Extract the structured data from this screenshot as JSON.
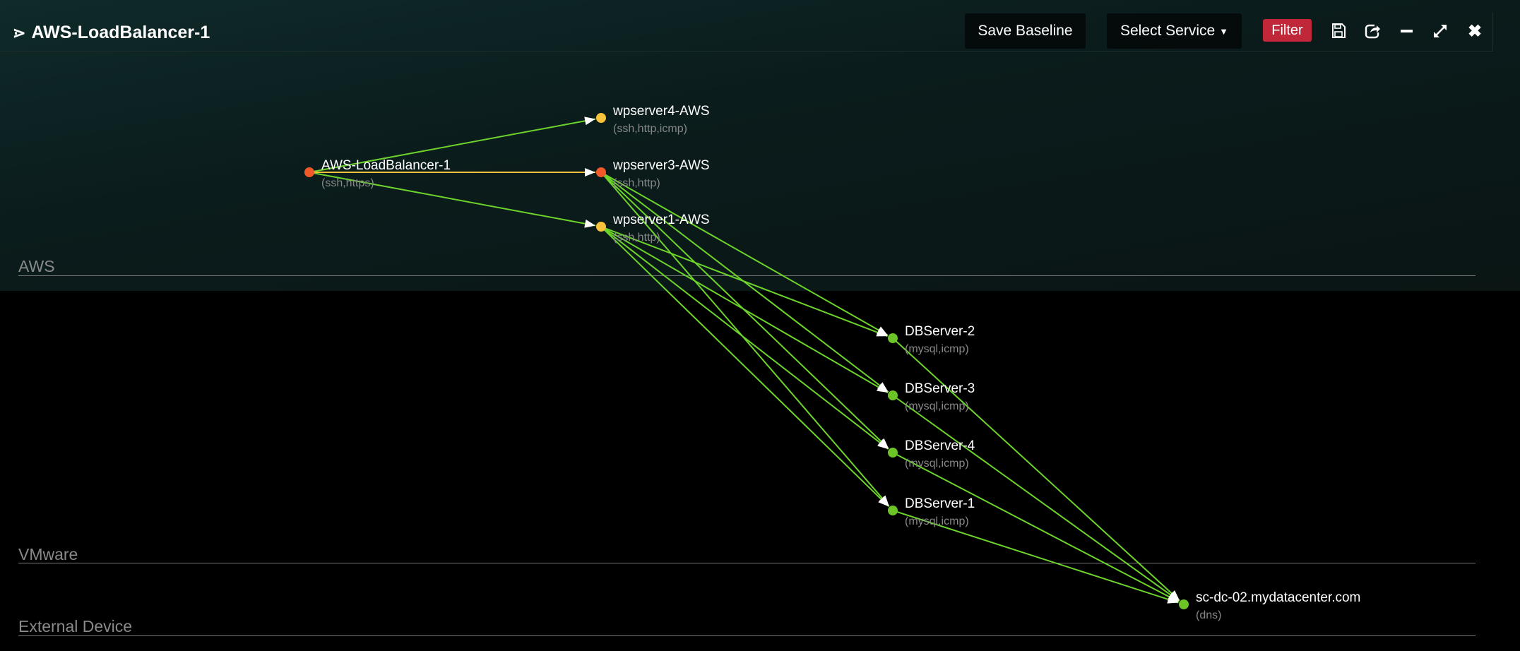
{
  "header": {
    "title": "AWS-LoadBalancer-1",
    "save_baseline": "Save Baseline",
    "select_service": "Select Service",
    "filter": "Filter"
  },
  "lanes": [
    "AWS",
    "VMware",
    "External Device"
  ],
  "nodes": [
    {
      "id": "lb",
      "name": "AWS-LoadBalancer-1",
      "services": "(ssh,https)",
      "color": "#f05a28"
    },
    {
      "id": "wp4",
      "name": "wpserver4-AWS",
      "services": "(ssh,http,icmp)",
      "color": "#f9c23c"
    },
    {
      "id": "wp3",
      "name": "wpserver3-AWS",
      "services": "(ssh,http)",
      "color": "#f05a28"
    },
    {
      "id": "wp1",
      "name": "wpserver1-AWS",
      "services": "(ssh,http)",
      "color": "#f9c23c"
    },
    {
      "id": "db2",
      "name": "DBServer-2",
      "services": "(mysql,icmp)",
      "color": "#6cc427"
    },
    {
      "id": "db3",
      "name": "DBServer-3",
      "services": "(mysql,icmp)",
      "color": "#6cc427"
    },
    {
      "id": "db4",
      "name": "DBServer-4",
      "services": "(mysql,icmp)",
      "color": "#6cc427"
    },
    {
      "id": "db1",
      "name": "DBServer-1",
      "services": "(mysql,icmp)",
      "color": "#6cc427"
    },
    {
      "id": "dc",
      "name": "sc-dc-02.mydatacenter.com",
      "services": "(dns)",
      "color": "#6cc427"
    }
  ],
  "edges": [
    {
      "from": "lb",
      "to": "wp4",
      "color": "#6cd42a"
    },
    {
      "from": "lb",
      "to": "wp3",
      "color": "#f9c23c"
    },
    {
      "from": "lb",
      "to": "wp1",
      "color": "#6cd42a"
    },
    {
      "from": "wp3",
      "to": "db2",
      "color": "#6cd42a"
    },
    {
      "from": "wp3",
      "to": "db3",
      "color": "#6cd42a"
    },
    {
      "from": "wp3",
      "to": "db4",
      "color": "#6cd42a"
    },
    {
      "from": "wp3",
      "to": "db1",
      "color": "#6cd42a"
    },
    {
      "from": "wp1",
      "to": "db2",
      "color": "#6cd42a"
    },
    {
      "from": "wp1",
      "to": "db3",
      "color": "#6cd42a"
    },
    {
      "from": "wp1",
      "to": "db4",
      "color": "#6cd42a"
    },
    {
      "from": "wp1",
      "to": "db1",
      "color": "#6cd42a"
    },
    {
      "from": "db2",
      "to": "dc",
      "color": "#6cd42a"
    },
    {
      "from": "db3",
      "to": "dc",
      "color": "#6cd42a"
    },
    {
      "from": "db4",
      "to": "dc",
      "color": "#6cd42a"
    },
    {
      "from": "db1",
      "to": "dc",
      "color": "#6cd42a"
    }
  ]
}
